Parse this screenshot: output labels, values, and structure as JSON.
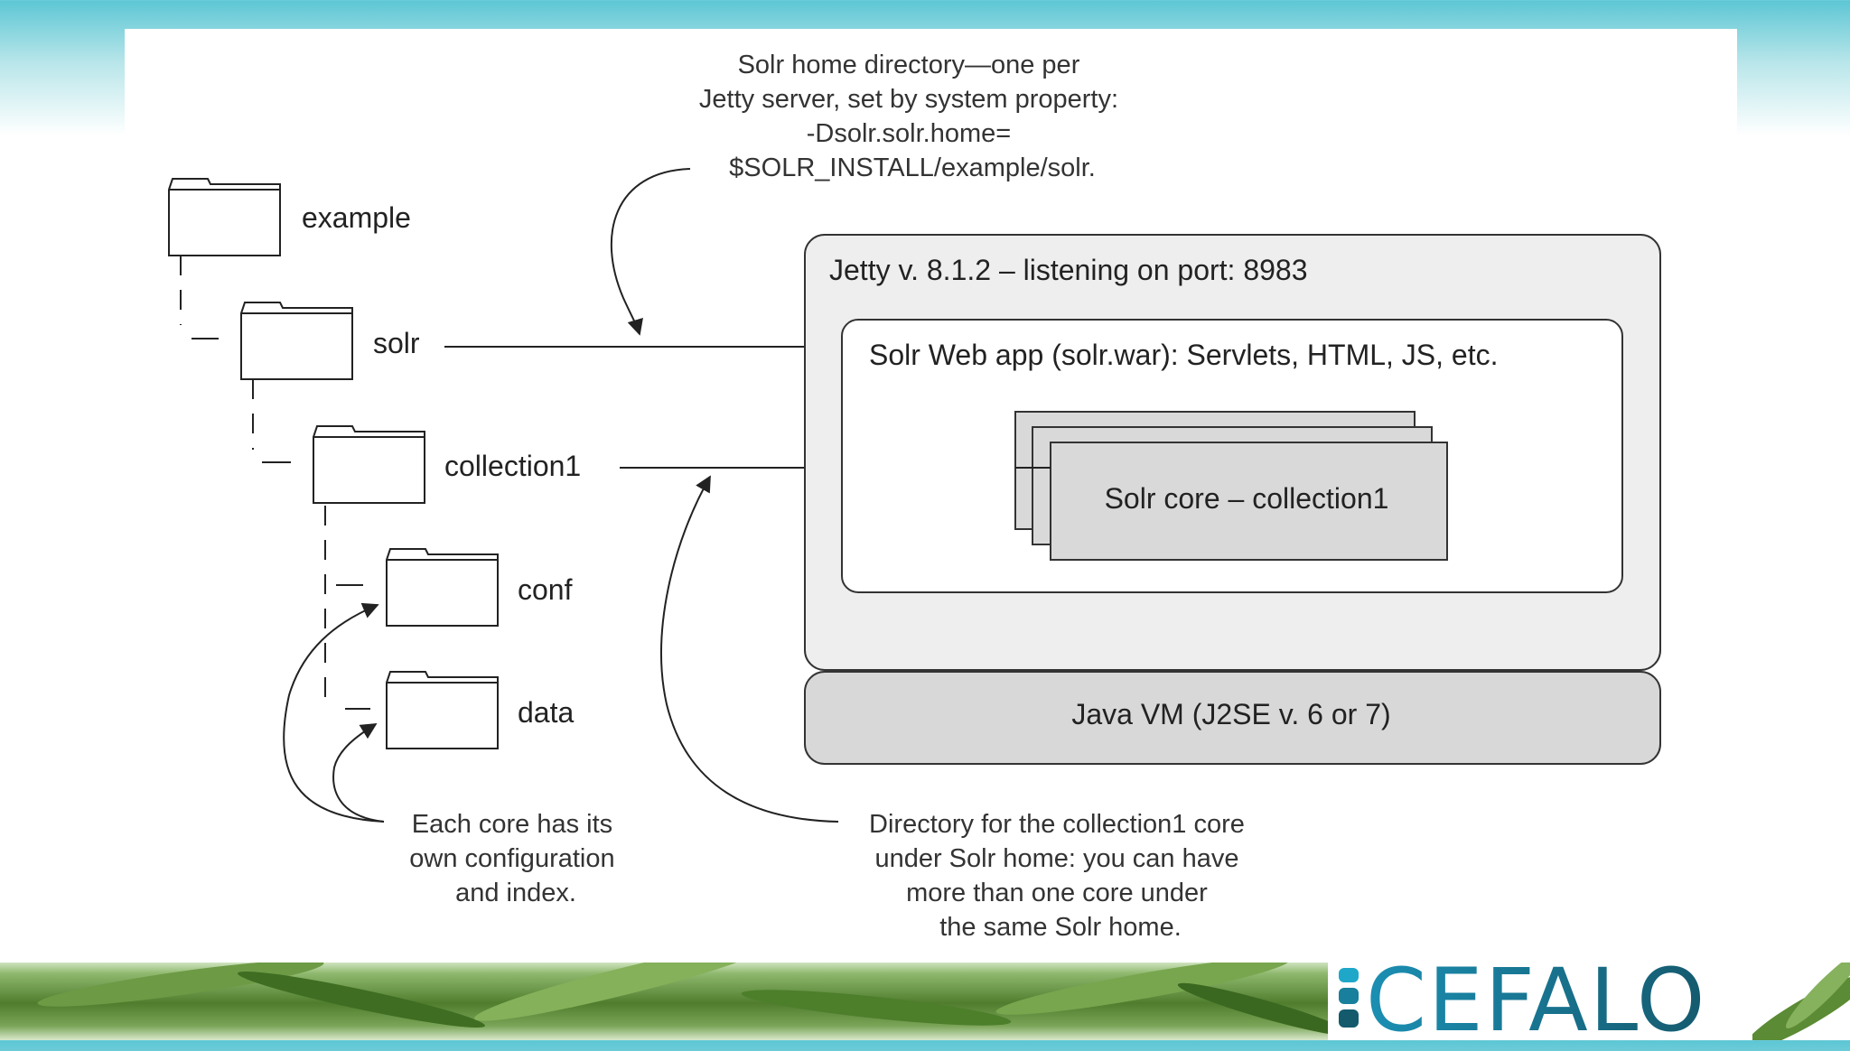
{
  "diagram": {
    "solr_home_note": [
      "Solr home directory—one per",
      "Jetty server, set by system property:",
      "-Dsolr.solr.home=",
      "$SOLR_INSTALL/example/solr."
    ],
    "folders": {
      "example": "example",
      "solr": "solr",
      "collection1": "collection1",
      "conf": "conf",
      "data": "data"
    },
    "jetty_label": "Jetty v. 8.1.2 – listening on port: 8983",
    "webapp_label": "Solr Web app (solr.war): Servlets, HTML, JS, etc.",
    "core_label": "Solr core – collection1",
    "jvm_label": "Java VM (J2SE v. 6 or 7)",
    "core_config_note": [
      "Each core has its",
      "own configuration",
      "and index."
    ],
    "collection_dir_note": [
      "Directory for the collection1 core",
      "under Solr home: you can have",
      "more than one core under",
      "the same Solr home."
    ]
  },
  "footer": {
    "logo_text": "CEFALO"
  },
  "colors": {
    "line": "#222222",
    "box_fill": "#eeeeef",
    "core_fill": "#d9d9d9",
    "jvm_fill": "#d8d8d8",
    "logo_blue": "#1a7a95",
    "leaf_green": "#4f7d2d"
  }
}
